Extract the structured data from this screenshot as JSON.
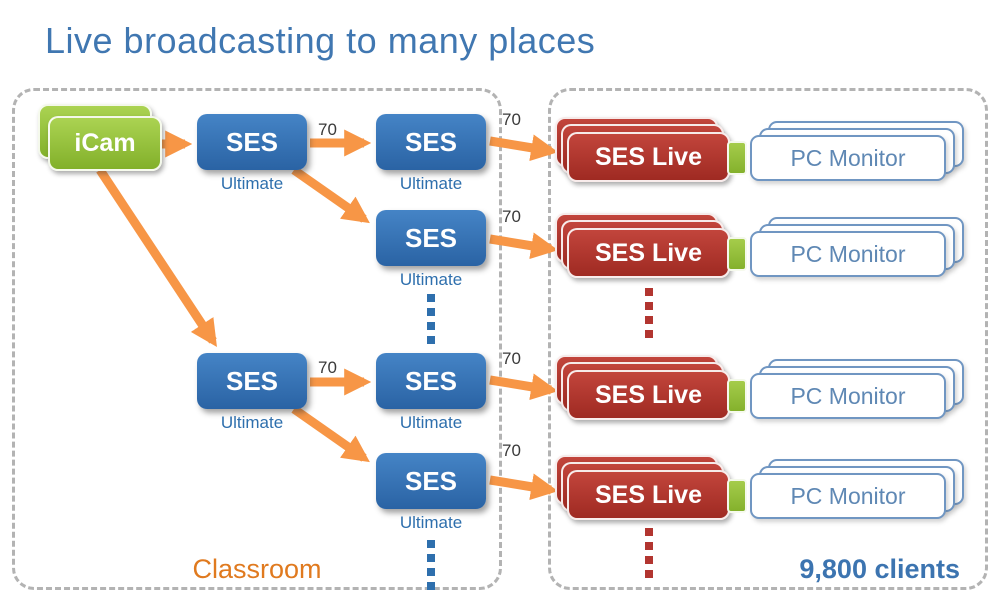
{
  "title": "Live broadcasting to many places",
  "classroom": {
    "caption": "Classroom",
    "icam": "iCam",
    "ses": "SES",
    "ultimate": "Ultimate",
    "link_label": "70"
  },
  "clients": {
    "caption": "9,800 clients",
    "ses_live": "SES Live",
    "pc_monitor": "PC Monitor"
  },
  "colors": {
    "title_text": "#4077b1",
    "ses_box": "#2e6fad",
    "ses_live_box": "#b23530",
    "icam_box": "#8fba33",
    "connector": "#9cc043",
    "arrow": "#f79646",
    "classroom_caption": "#e07a1f",
    "clients_caption": "#3c74b0",
    "pc_monitor_border": "#7096c2",
    "dashed_border": "#b3b3b3"
  }
}
